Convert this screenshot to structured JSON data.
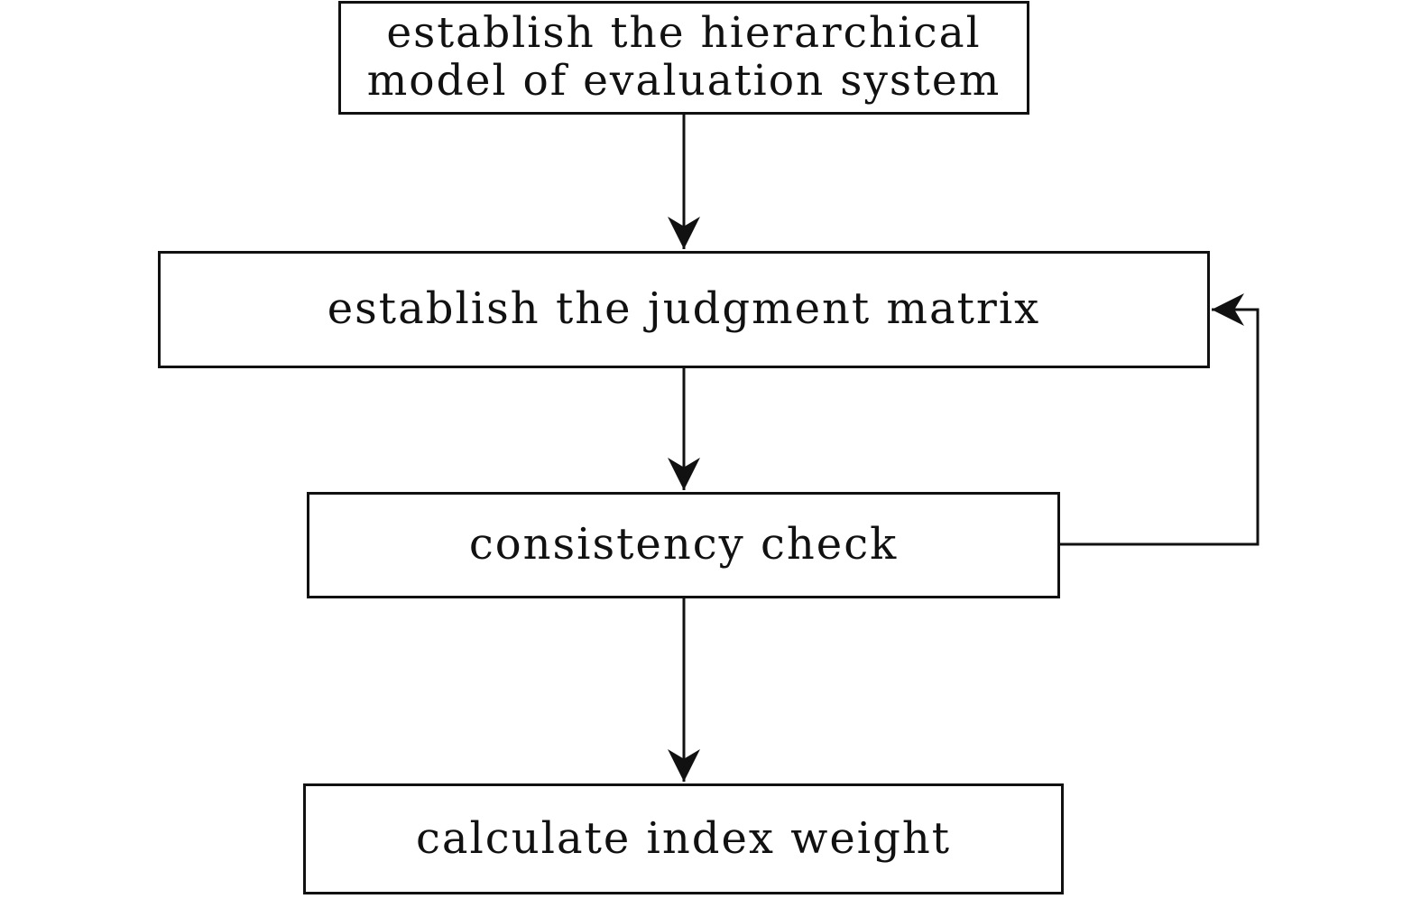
{
  "diagram": {
    "nodes": [
      {
        "id": "model",
        "lines": [
          "establish the hierarchical",
          "model of evaluation system"
        ]
      },
      {
        "id": "matrix",
        "lines": [
          "establish the judgment matrix"
        ]
      },
      {
        "id": "check",
        "lines": [
          "consistency check"
        ]
      },
      {
        "id": "weight",
        "lines": [
          "calculate index weight"
        ]
      }
    ],
    "edges": [
      {
        "from": "model",
        "to": "matrix"
      },
      {
        "from": "matrix",
        "to": "check"
      },
      {
        "from": "check",
        "to": "weight"
      },
      {
        "from": "check",
        "to": "matrix",
        "kind": "feedback"
      }
    ]
  }
}
